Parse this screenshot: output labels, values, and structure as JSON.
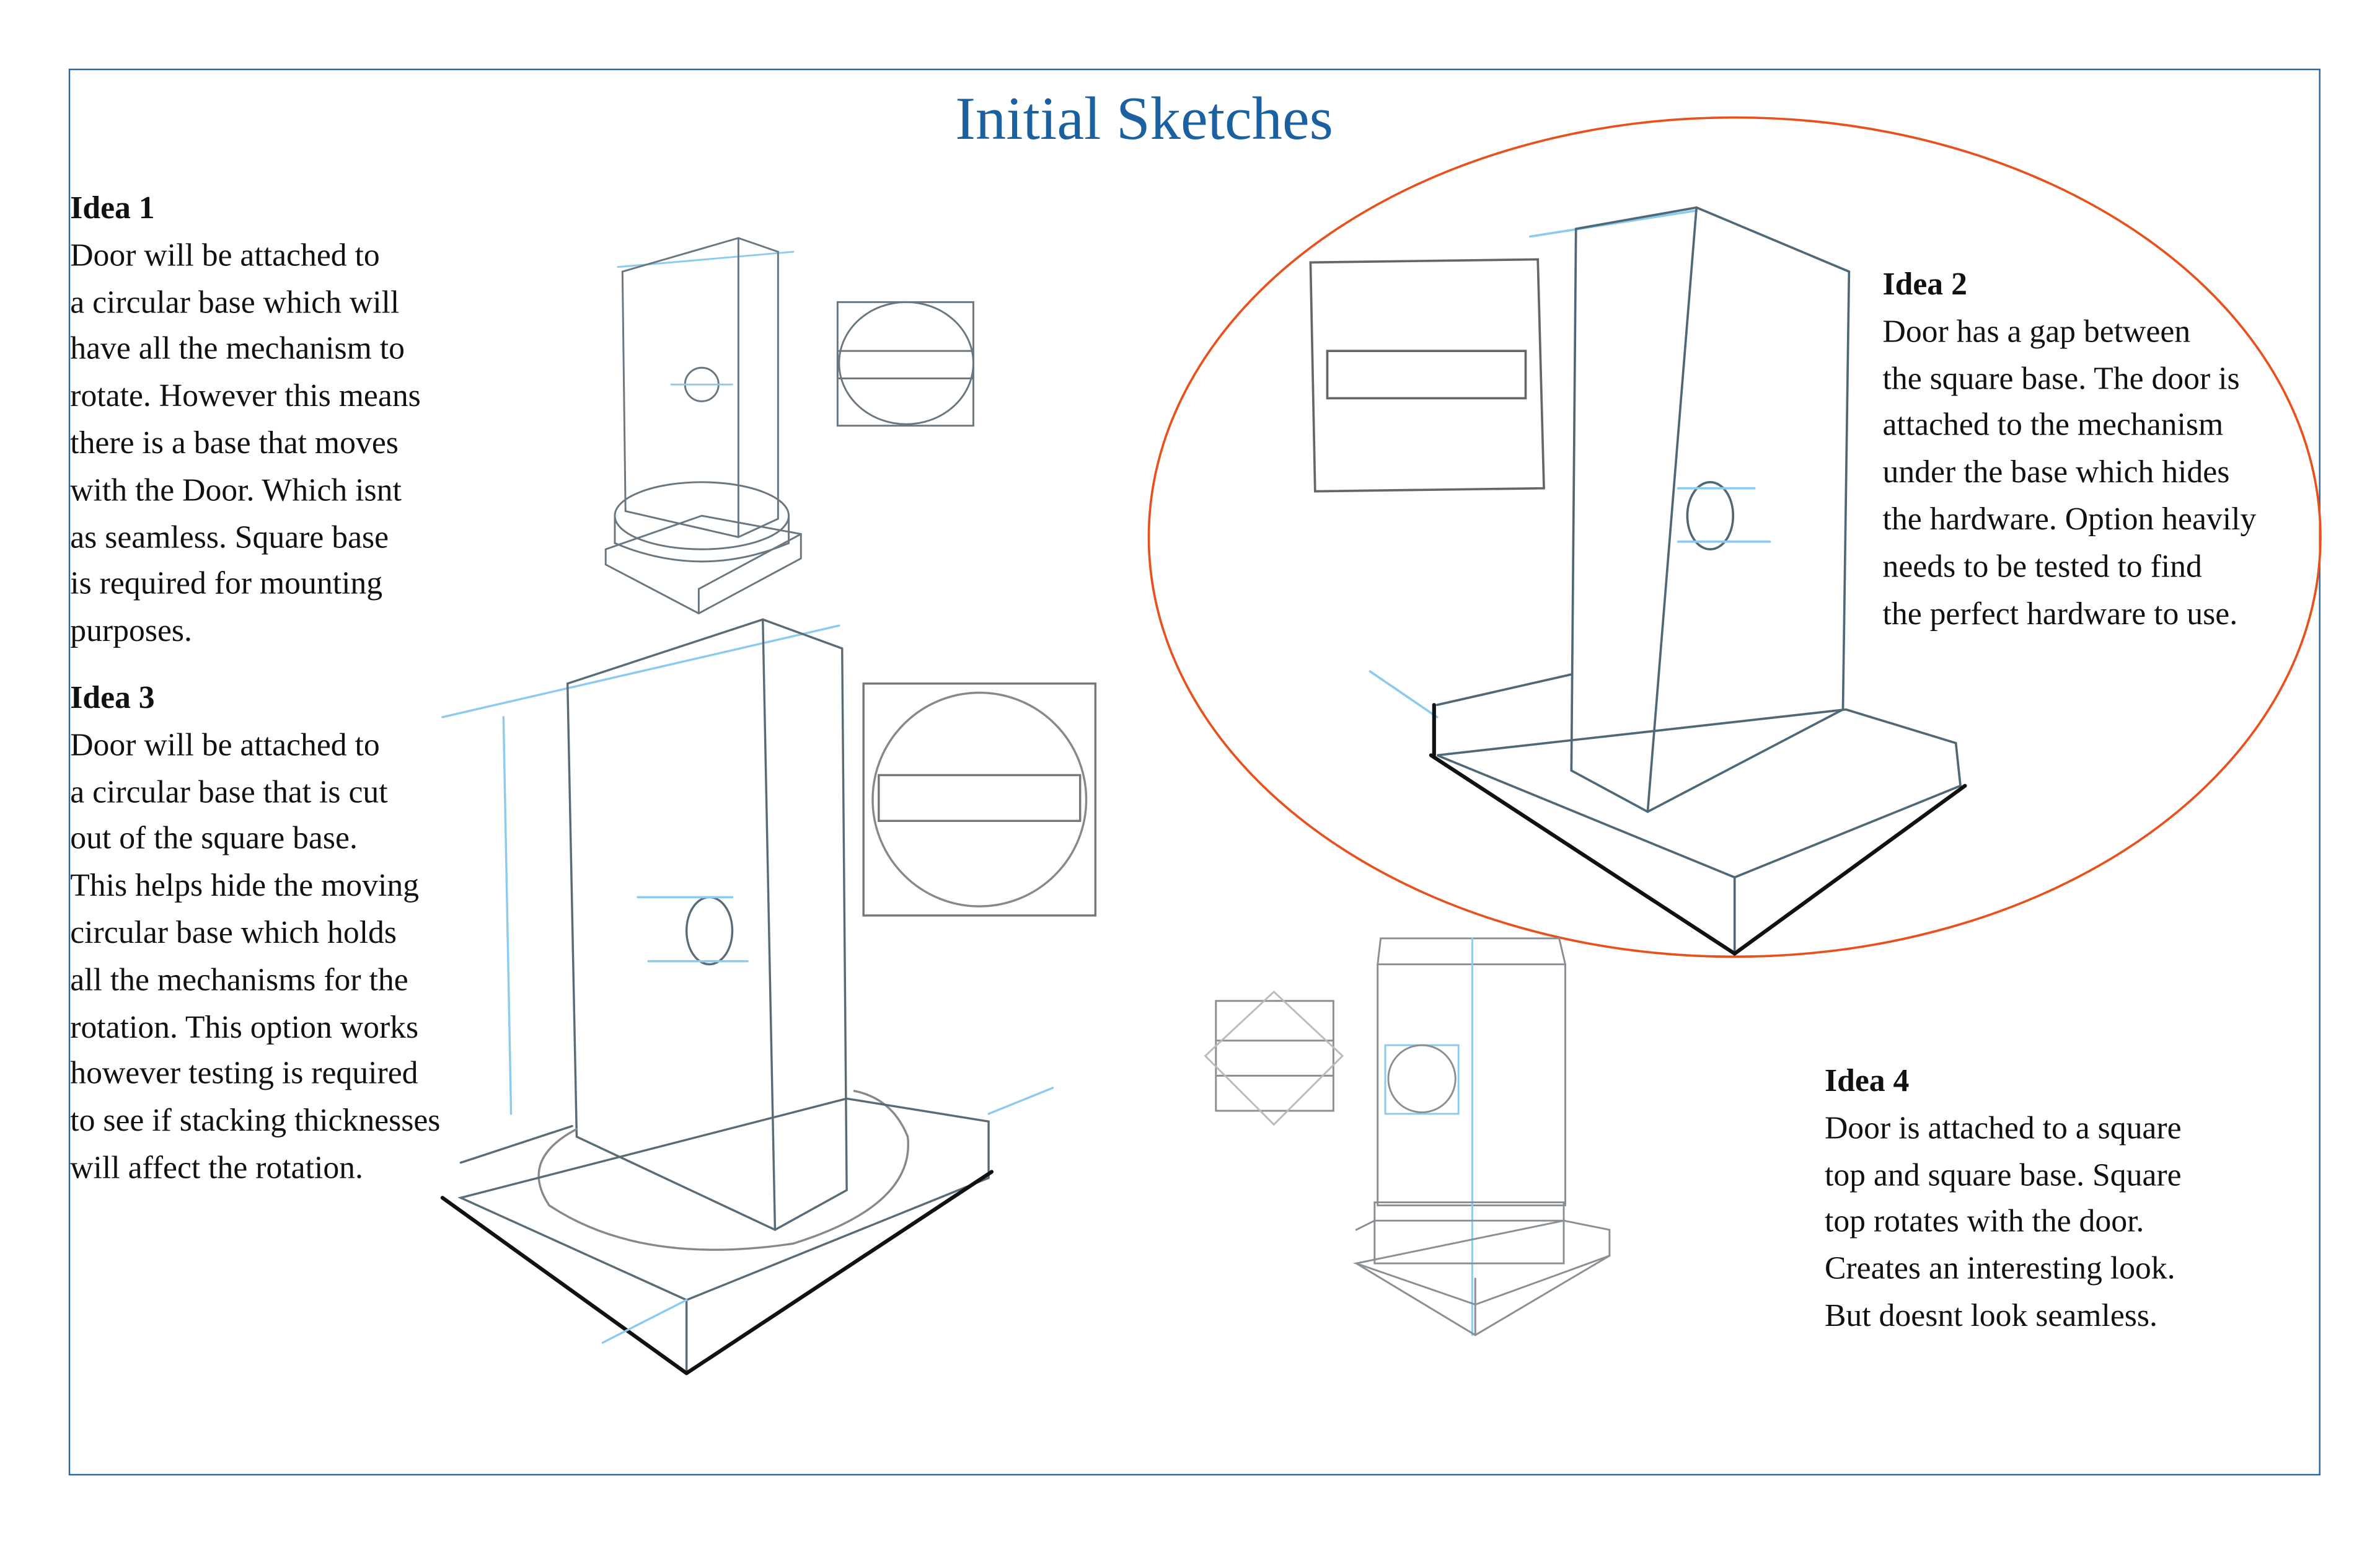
{
  "title": "Initial Sketches",
  "ideas": [
    {
      "heading": "Idea 1",
      "text": "Door will be attached to\na circular base which will\nhave all the mechanism to\nrotate. However this means\nthere is a base that moves\nwith the Door. Which isnt\nas seamless. Square base\nis required for mounting\npurposes."
    },
    {
      "heading": "Idea 2",
      "text": "Door has a gap between\nthe square base. The door is\nattached to the mechanism\nunder the base which hides\nthe hardware. Option heavily\nneeds to be tested to find\nthe perfect hardware to use."
    },
    {
      "heading": "Idea 3",
      "text": "Door will be attached to\na circular base that is cut\nout of  the square base.\nThis helps hide the moving\ncircular base which holds\nall the mechanisms for the\nrotation. This option works\nhowever testing is required\nto see if  stacking thicknesses\nwill affect the rotation."
    },
    {
      "heading": "Idea 4",
      "text": "Door is attached to a square\ntop and square base. Square\ntop rotates with the door.\nCreates an interesting look.\nBut doesnt look seamless."
    }
  ],
  "colors": {
    "frame": "#2a67a0",
    "title": "#1b619f",
    "highlight": "#e8501c",
    "construction": "#8ccbee",
    "sketch": "#5a6b78"
  }
}
